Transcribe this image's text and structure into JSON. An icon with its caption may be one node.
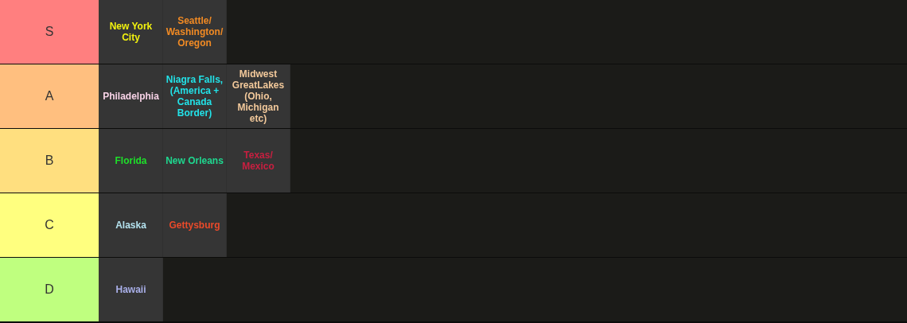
{
  "diagram": {
    "nodes": [
      {
        "text": [
          "S"
        ]
      },
      {
        "text": [
          "New York City"
        ],
        "in": 0
      },
      {
        "text": [
          "Seattle/ Washington/ Oregon"
        ],
        "in": 0
      },
      {
        "text": [
          "A"
        ]
      },
      {
        "text": [
          "Philadelphia"
        ],
        "in": 3
      },
      {
        "text": [
          "Niagra Falls, (America + Canada Border)"
        ],
        "in": 3
      },
      {
        "text": [
          "Midwest GreatLakes (Ohio, Michigan etc)"
        ],
        "in": 3
      },
      {
        "text": [
          "B"
        ]
      },
      {
        "text": [
          "Florida"
        ],
        "in": 7
      },
      {
        "text": [
          "New Orleans"
        ],
        "in": 7
      },
      {
        "text": [
          "Texas/ Mexico"
        ],
        "in": 7
      },
      {
        "text": [
          "C"
        ]
      },
      {
        "text": [
          "Alaska"
        ],
        "in": 11
      },
      {
        "text": [
          "Gettysburg"
        ],
        "in": 11
      },
      {
        "text": [
          "D"
        ]
      },
      {
        "text": [
          "Hawaii"
        ],
        "in": 14
      }
    ]
  }
}
